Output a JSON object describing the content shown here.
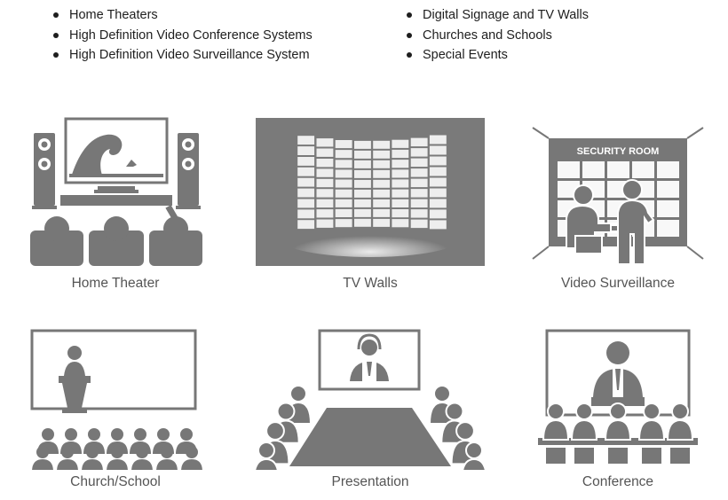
{
  "bullets_left": [
    "Home Theaters",
    "High Definition Video Conference Systems",
    "High Definition Video Surveillance System"
  ],
  "bullets_right": [
    "Digital Signage and TV Walls",
    "Churches and Schools",
    "Special Events"
  ],
  "tiles": {
    "home_theater": "Home Theater",
    "tv_walls": "TV Walls",
    "video_surveillance": "Video Surveillance",
    "church_school": "Church/School",
    "presentation": "Presentation",
    "conference": "Conference"
  },
  "security_room_label": "SECURITY ROOM",
  "colors": {
    "icon": "#777777",
    "icon_dark": "#555555",
    "text": "#1e1e1e",
    "caption": "#555555"
  }
}
